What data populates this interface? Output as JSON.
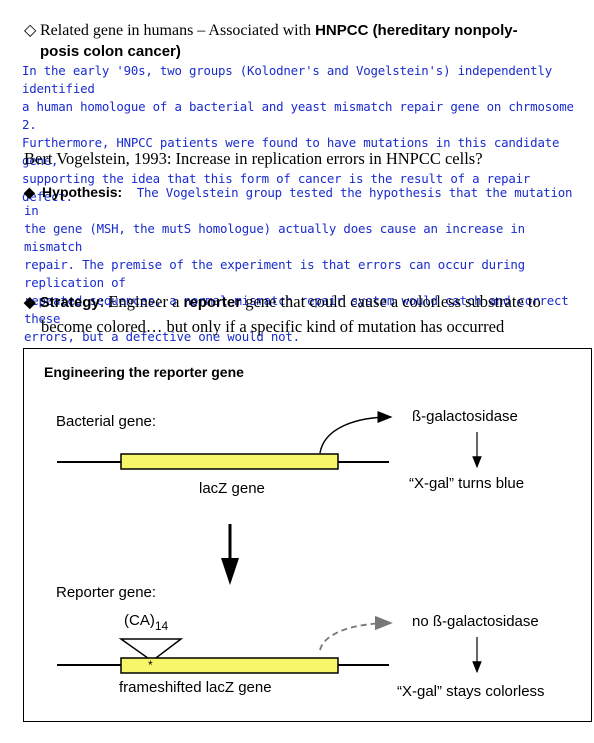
{
  "related": {
    "bullet": "◇",
    "prefix": "Related gene in humans –  Associated with ",
    "bold": "HNPCC (hereditary nonpoly-",
    "bold_cont": "posis colon cancer)"
  },
  "paragraph1": [
    "In the early '90s, two groups (Kolodner's and Vogelstein's) independently identified",
    "a human homologue of a bacterial and yeast mismatch repair gene on chrmosome 2.",
    "Furthermore, HNPCC patients were found to have mutations in this candidate gene,",
    "supporting the idea that this form of cancer is the result of a repair defect."
  ],
  "bert_line": "Bert Vogelstein, 1993:  Increase in replication errors in HNPCC cells?",
  "hypothesis": {
    "bullet": "◆",
    "lead": "Hypothesis:",
    "lines": [
      "The Vogelstein group tested the hypothesis that the mutation in",
      "the gene (MSH, the mutS homologue) actually does cause an increase in mismatch",
      "repair.  The premise of the experiment is that errors can occur during replication of",
      "repeated sequences; a normal mismatch repair system would catch and correct these",
      "errors, but a defective one would not."
    ]
  },
  "strategy": {
    "bullet": "◆",
    "lead": "Strategy",
    "colon": ":  Engineer a ",
    "reporter": "reporter",
    "rest": " gene that could cause a colorless substrate to",
    "line2": "become colored… but only if a specific kind of mutation has occurred"
  },
  "diagram": {
    "title": "Engineering the reporter gene",
    "bacterial_label": "Bacterial gene:",
    "product1": "ß-galactosidase",
    "gene1_label": "lacZ gene",
    "result1": "“X-gal” turns blue",
    "reporter_label": "Reporter gene:",
    "insert_label": "(CA)",
    "insert_sub": "14",
    "product2": "no ß-galactosidase",
    "gene2_label": "frameshifted lacZ gene",
    "result2": "“X-gal” stays colorless",
    "gene_fill": "#f7f56a"
  }
}
